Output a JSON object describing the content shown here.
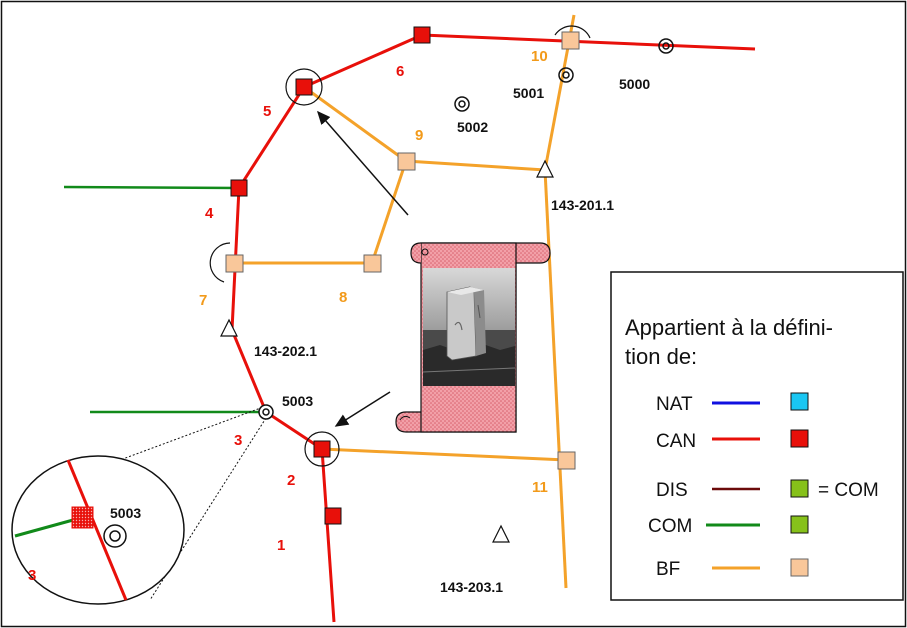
{
  "colors": {
    "nat": "#1010e0",
    "can": "#e8100a",
    "dis": "#6b0a0a",
    "com": "#118a1a",
    "bf": "#f4a22a",
    "nat_fill": "#1ac6f2",
    "com_fill": "#86c11a",
    "bf_fill": "#f9c79a"
  },
  "points": {
    "p1": "1",
    "p2": "2",
    "p3": "3",
    "p4": "4",
    "p5": "5",
    "p6": "6",
    "p7": "7",
    "p8": "8",
    "p9": "9",
    "p10": "10",
    "p11": "11"
  },
  "markers": {
    "m5000": "5000",
    "m5001": "5001",
    "m5002": "5002",
    "m5003": "5003",
    "t201": "143-201.1",
    "t202": "143-202.1",
    "t203": "143-203.1"
  },
  "inset": {
    "marker": "5003",
    "point": "3"
  },
  "legend": {
    "title_line1": "Appartient à la défini-",
    "title_line2": "tion de:",
    "rows": [
      {
        "label": "NAT",
        "icon": "blue-line-icon"
      },
      {
        "label": "CAN",
        "icon": "red-line-icon"
      },
      {
        "label": "DIS",
        "icon": "brown-line-icon",
        "note": "= COM"
      },
      {
        "label": "COM",
        "icon": "green-line-icon"
      },
      {
        "label": "BF",
        "icon": "orange-line-icon"
      }
    ]
  },
  "photo": {
    "icon": "boundary-stone-photo"
  }
}
